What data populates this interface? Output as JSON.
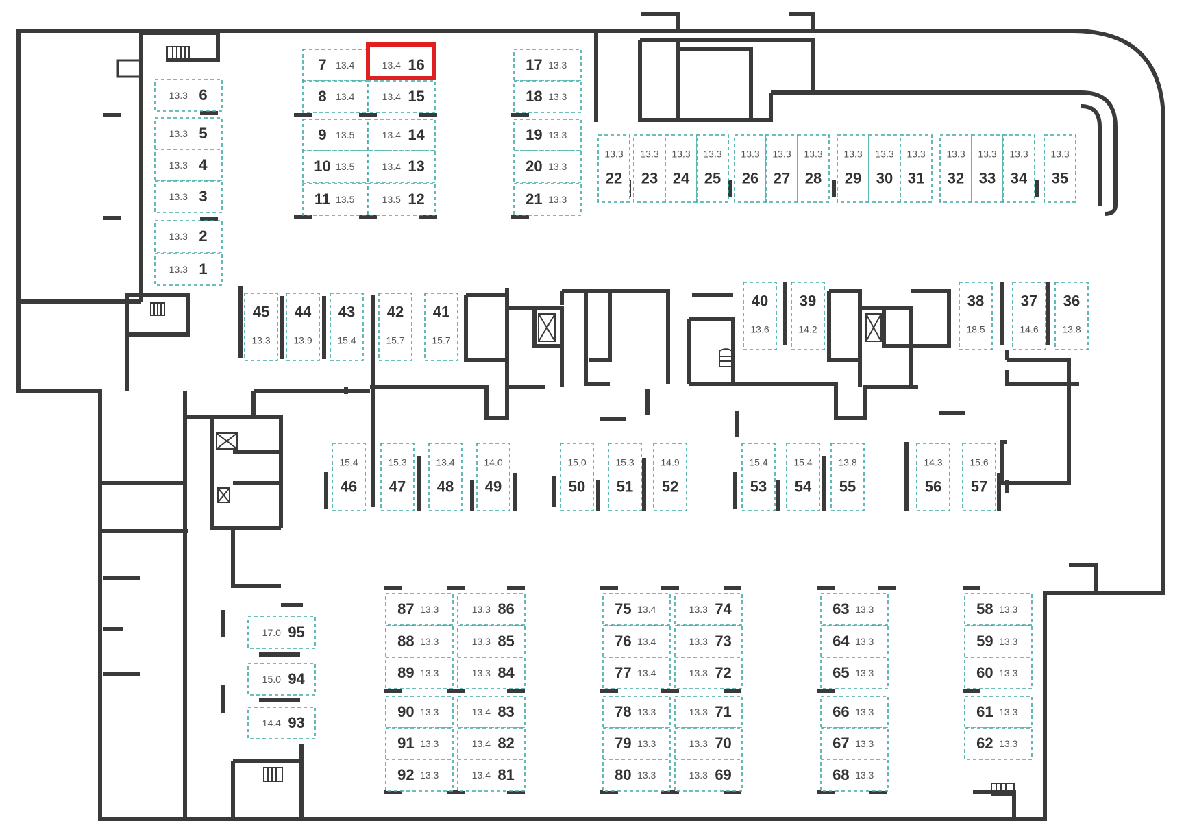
{
  "highlighted_spot": "16",
  "colors": {
    "wall": "#3a3a3a",
    "spot_border": "#3aa8a4",
    "highlight": "#e02020"
  },
  "spots": [
    {
      "id": "1",
      "area": "13.3"
    },
    {
      "id": "2",
      "area": "13.3"
    },
    {
      "id": "3",
      "area": "13.3"
    },
    {
      "id": "4",
      "area": "13.3"
    },
    {
      "id": "5",
      "area": "13.3"
    },
    {
      "id": "6",
      "area": "13.3"
    },
    {
      "id": "7",
      "area": "13.4"
    },
    {
      "id": "8",
      "area": "13.4"
    },
    {
      "id": "9",
      "area": "13.5"
    },
    {
      "id": "10",
      "area": "13.5"
    },
    {
      "id": "11",
      "area": "13.5"
    },
    {
      "id": "12",
      "area": "13.5"
    },
    {
      "id": "13",
      "area": "13.4"
    },
    {
      "id": "14",
      "area": "13.4"
    },
    {
      "id": "15",
      "area": "13.4"
    },
    {
      "id": "16",
      "area": "13.4"
    },
    {
      "id": "17",
      "area": "13.3"
    },
    {
      "id": "18",
      "area": "13.3"
    },
    {
      "id": "19",
      "area": "13.3"
    },
    {
      "id": "20",
      "area": "13.3"
    },
    {
      "id": "21",
      "area": "13.3"
    },
    {
      "id": "22",
      "area": "13.3"
    },
    {
      "id": "23",
      "area": "13.3"
    },
    {
      "id": "24",
      "area": "13.3"
    },
    {
      "id": "25",
      "area": "13.3"
    },
    {
      "id": "26",
      "area": "13.3"
    },
    {
      "id": "27",
      "area": "13.3"
    },
    {
      "id": "28",
      "area": "13.3"
    },
    {
      "id": "29",
      "area": "13.3"
    },
    {
      "id": "30",
      "area": "13.3"
    },
    {
      "id": "31",
      "area": "13.3"
    },
    {
      "id": "32",
      "area": "13.3"
    },
    {
      "id": "33",
      "area": "13.3"
    },
    {
      "id": "34",
      "area": "13.3"
    },
    {
      "id": "35",
      "area": "13.3"
    },
    {
      "id": "36",
      "area": "13.8"
    },
    {
      "id": "37",
      "area": "14.6"
    },
    {
      "id": "38",
      "area": "18.5"
    },
    {
      "id": "39",
      "area": "14.2"
    },
    {
      "id": "40",
      "area": "13.6"
    },
    {
      "id": "41",
      "area": "15.7"
    },
    {
      "id": "42",
      "area": "15.7"
    },
    {
      "id": "43",
      "area": "15.4"
    },
    {
      "id": "44",
      "area": "13.9"
    },
    {
      "id": "45",
      "area": "13.3"
    },
    {
      "id": "46",
      "area": "15.4"
    },
    {
      "id": "47",
      "area": "15.3"
    },
    {
      "id": "48",
      "area": "13.4"
    },
    {
      "id": "49",
      "area": "14.0"
    },
    {
      "id": "50",
      "area": "15.0"
    },
    {
      "id": "51",
      "area": "15.3"
    },
    {
      "id": "52",
      "area": "14.9"
    },
    {
      "id": "53",
      "area": "15.4"
    },
    {
      "id": "54",
      "area": "15.4"
    },
    {
      "id": "55",
      "area": "13.8"
    },
    {
      "id": "56",
      "area": "14.3"
    },
    {
      "id": "57",
      "area": "15.6"
    },
    {
      "id": "58",
      "area": "13.3"
    },
    {
      "id": "59",
      "area": "13.3"
    },
    {
      "id": "60",
      "area": "13.3"
    },
    {
      "id": "61",
      "area": "13.3"
    },
    {
      "id": "62",
      "area": "13.3"
    },
    {
      "id": "63",
      "area": "13.3"
    },
    {
      "id": "64",
      "area": "13.3"
    },
    {
      "id": "65",
      "area": "13.3"
    },
    {
      "id": "66",
      "area": "13.3"
    },
    {
      "id": "67",
      "area": "13.3"
    },
    {
      "id": "68",
      "area": "13.3"
    },
    {
      "id": "69",
      "area": "13.3"
    },
    {
      "id": "70",
      "area": "13.3"
    },
    {
      "id": "71",
      "area": "13.3"
    },
    {
      "id": "72",
      "area": "13.3"
    },
    {
      "id": "73",
      "area": "13.3"
    },
    {
      "id": "74",
      "area": "13.3"
    },
    {
      "id": "75",
      "area": "13.4"
    },
    {
      "id": "76",
      "area": "13.4"
    },
    {
      "id": "77",
      "area": "13.4"
    },
    {
      "id": "78",
      "area": "13.3"
    },
    {
      "id": "79",
      "area": "13.3"
    },
    {
      "id": "80",
      "area": "13.3"
    },
    {
      "id": "81",
      "area": "13.4"
    },
    {
      "id": "82",
      "area": "13.4"
    },
    {
      "id": "83",
      "area": "13.4"
    },
    {
      "id": "84",
      "area": "13.3"
    },
    {
      "id": "85",
      "area": "13.3"
    },
    {
      "id": "86",
      "area": "13.3"
    },
    {
      "id": "87",
      "area": "13.3"
    },
    {
      "id": "88",
      "area": "13.3"
    },
    {
      "id": "89",
      "area": "13.3"
    },
    {
      "id": "90",
      "area": "13.3"
    },
    {
      "id": "91",
      "area": "13.3"
    },
    {
      "id": "92",
      "area": "13.3"
    },
    {
      "id": "93",
      "area": "14.4"
    },
    {
      "id": "94",
      "area": "15.0"
    },
    {
      "id": "95",
      "area": "17.0"
    }
  ]
}
